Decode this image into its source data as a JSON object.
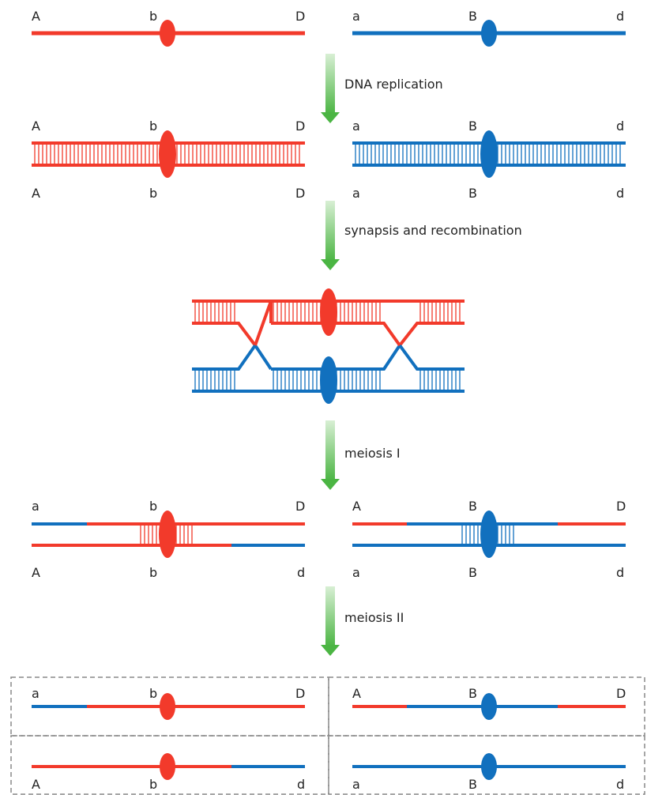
{
  "colors": {
    "red": "#f23a2b",
    "blue": "#1170be",
    "arrow": "#4bb543",
    "box_border": "#888888"
  },
  "steps": {
    "replication": "DNA replication",
    "synapsis": "synapsis and recombination",
    "meiosis1": "meiosis I",
    "meiosis2": "meiosis II"
  },
  "row1": {
    "left": [
      "A",
      "b",
      "D"
    ],
    "right": [
      "a",
      "B",
      "d"
    ]
  },
  "row2": {
    "left_top": [
      "A",
      "b",
      "D"
    ],
    "right_top": [
      "a",
      "B",
      "d"
    ],
    "left_bottom": [
      "A",
      "b",
      "D"
    ],
    "right_bottom": [
      "a",
      "B",
      "d"
    ]
  },
  "row4": {
    "left_top": [
      "a",
      "b",
      "D"
    ],
    "right_top": [
      "A",
      "B",
      "D"
    ],
    "left_bottom": [
      "A",
      "b",
      "d"
    ],
    "right_bottom": [
      "a",
      "B",
      "d"
    ]
  },
  "gametes": {
    "g1": [
      "a",
      "b",
      "D"
    ],
    "g2": [
      "A",
      "B",
      "D"
    ],
    "g3": [
      "A",
      "b",
      "d"
    ],
    "g4": [
      "a",
      "B",
      "d"
    ]
  }
}
